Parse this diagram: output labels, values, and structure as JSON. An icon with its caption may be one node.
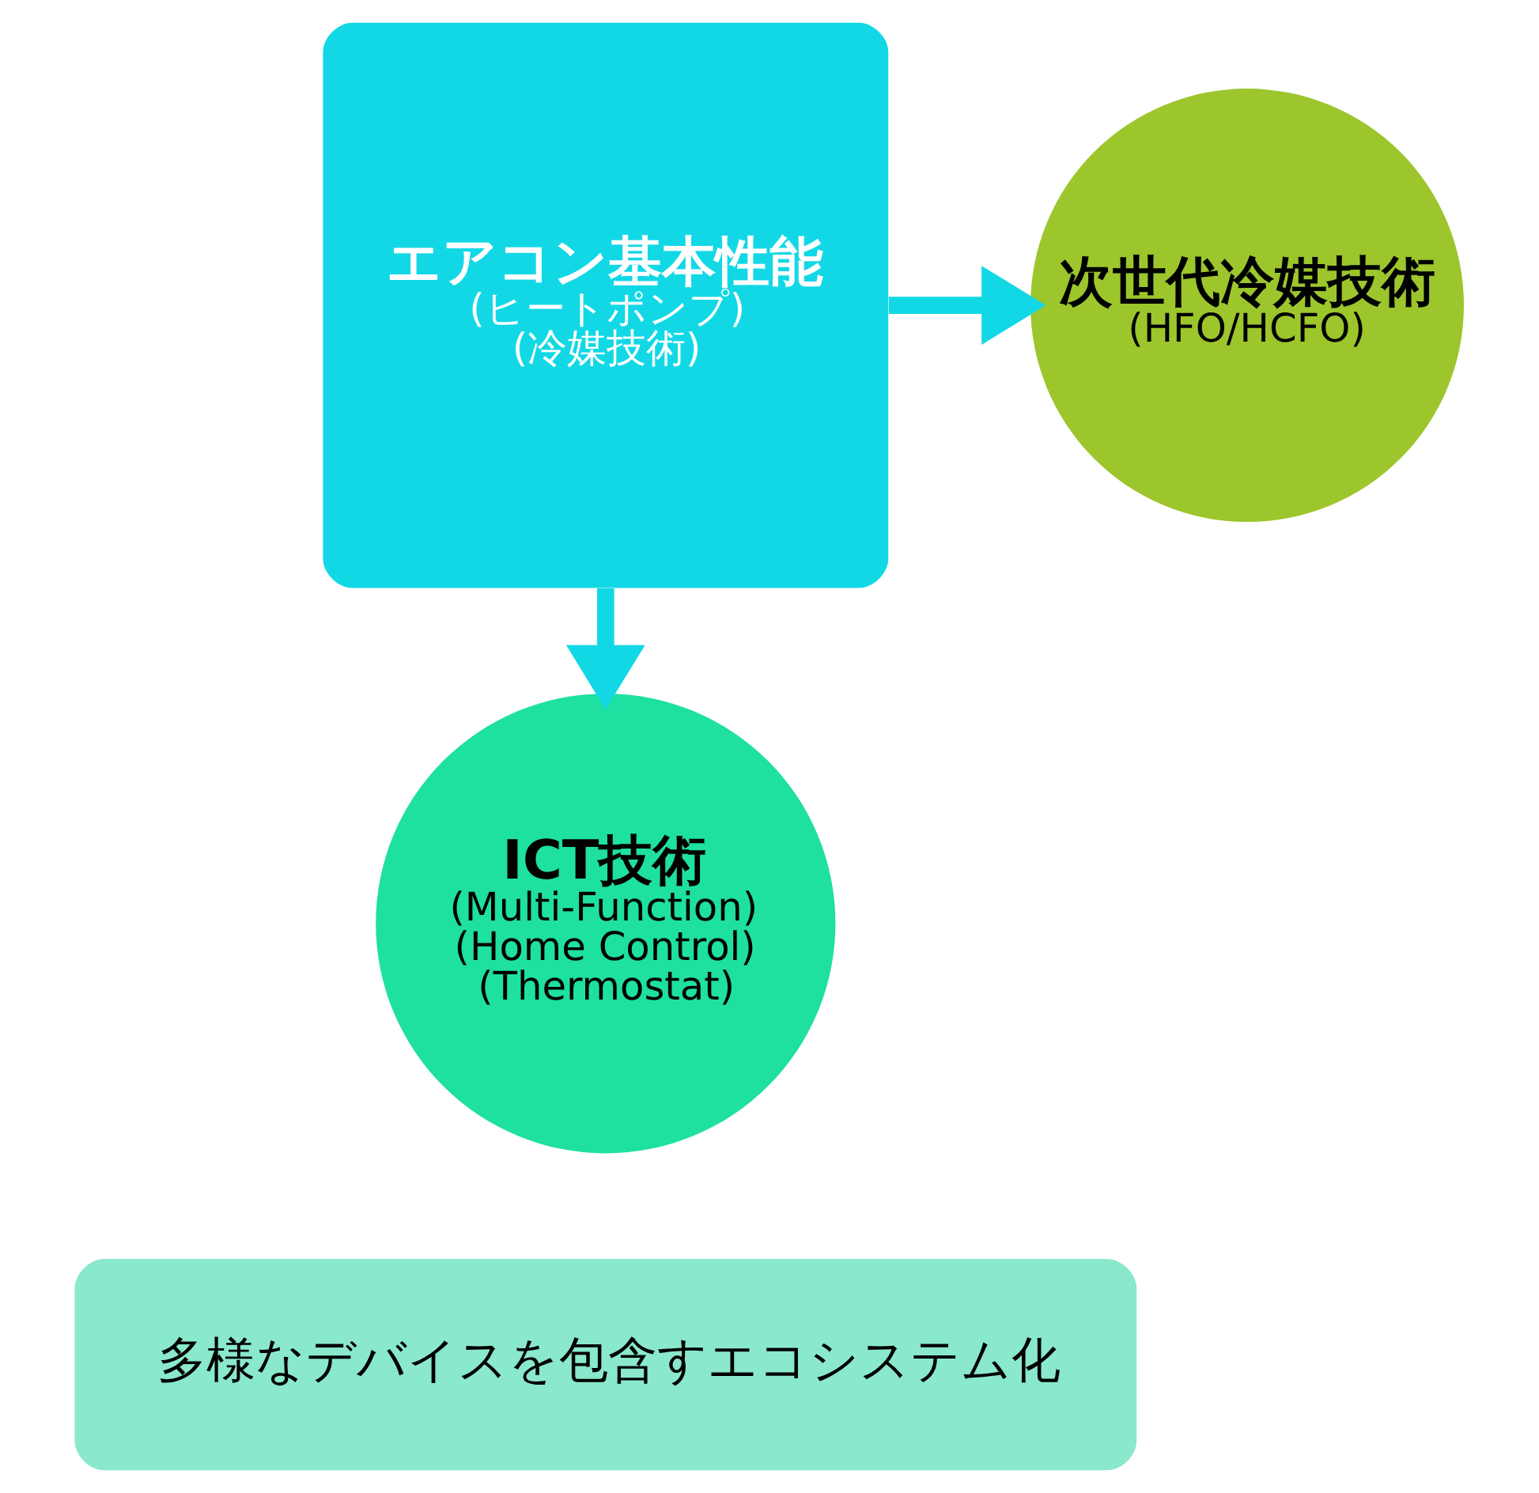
{
  "diagram": {
    "nodes": [
      {
        "text": [
          "エアコン基本性能",
          "(ヒートポンプ)",
          "(冷媒技術)"
        ]
      },
      {
        "text": [
          "次世代冷媒技術",
          "(HFO/HCFO)"
        ]
      },
      {
        "text": [
          "ICT技術",
          "(Multi-Function)",
          "(Home Control)",
          "(Thermostat)"
        ]
      },
      {
        "text": [
          "多様なデバイスを包含すエコシステム化"
        ]
      }
    ],
    "edges": [
      {
        "from": 0,
        "to": 1,
        "arrow": "to"
      },
      {
        "from": 0,
        "to": 2,
        "arrow": "to"
      }
    ]
  }
}
